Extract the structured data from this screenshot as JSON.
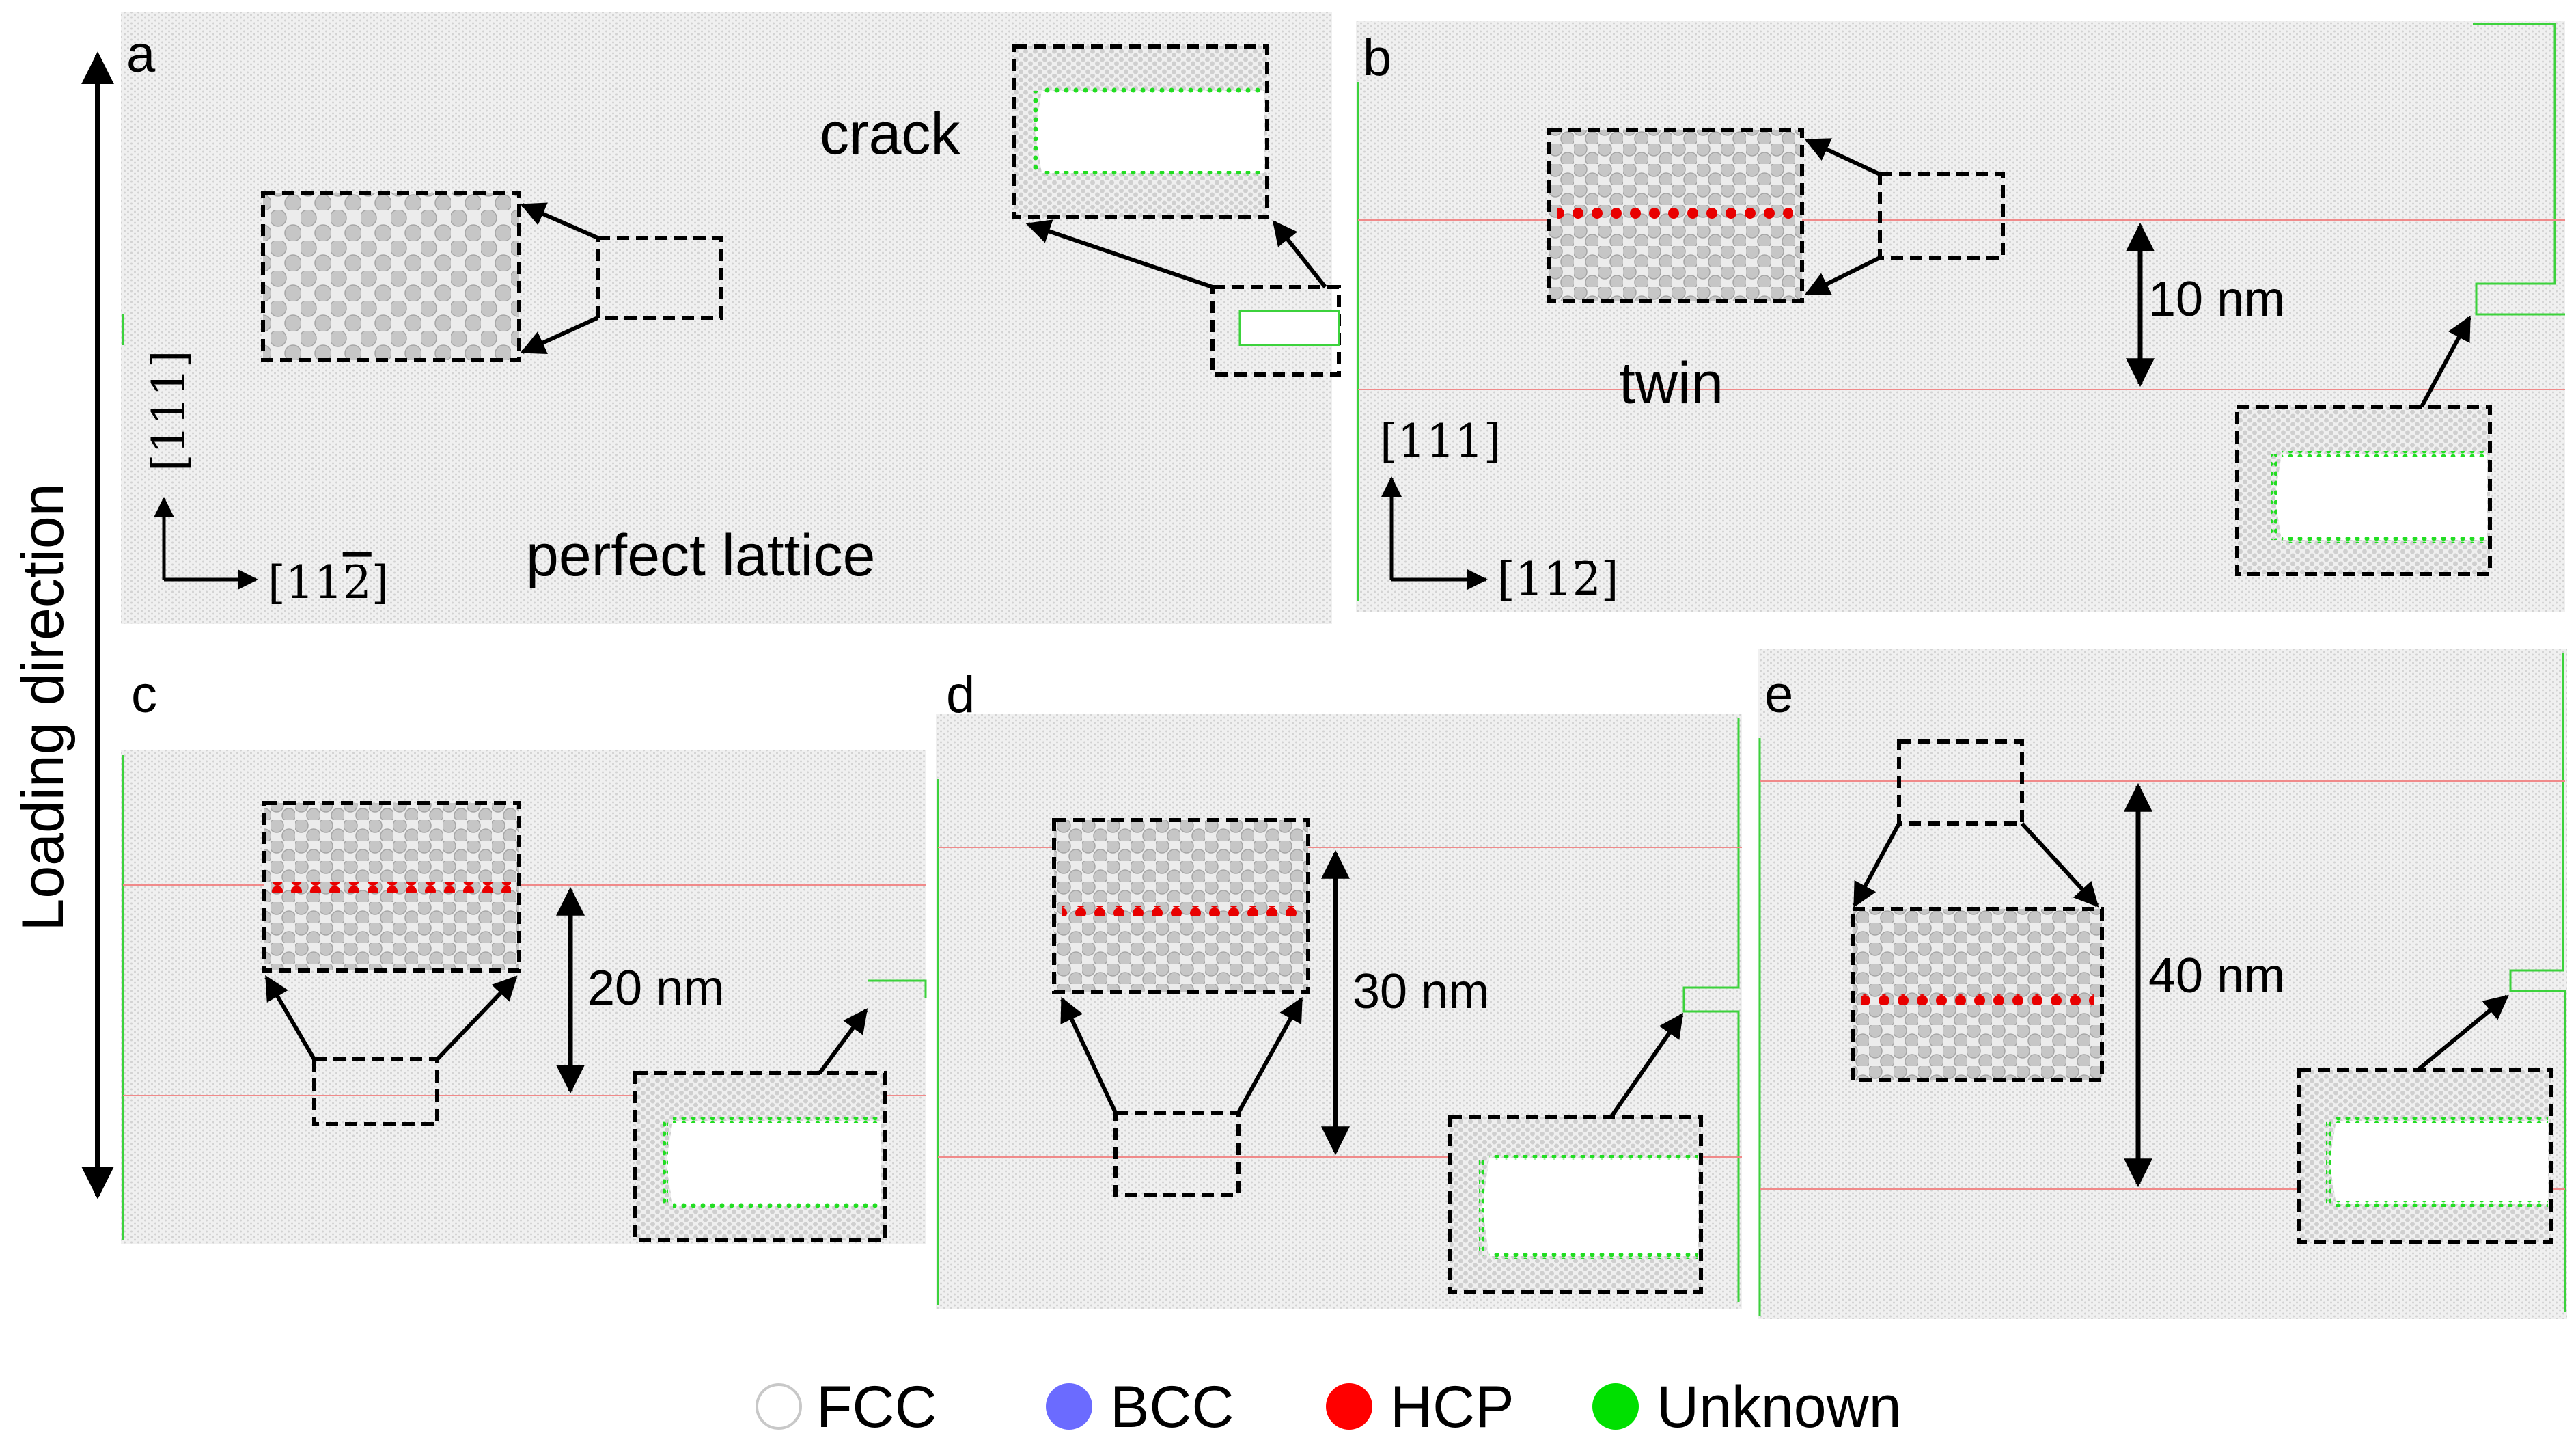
{
  "loading_direction": "Loading direction",
  "panels": {
    "a": {
      "letter": "a",
      "label_crack": "crack",
      "label_lattice": "perfect lattice",
      "axis_up": "[111]",
      "axis_right": "[11",
      "axis_right_bar": "2",
      "axis_right_close": "]"
    },
    "b": {
      "letter": "b",
      "label_twin": "twin",
      "spacing": "10 nm",
      "axis_up": "[111]",
      "axis_right": "[11",
      "axis_right_bar": "2",
      "axis_right_close": "]"
    },
    "c": {
      "letter": "c",
      "spacing": "20 nm"
    },
    "d": {
      "letter": "d",
      "spacing": "30 nm"
    },
    "e": {
      "letter": "e",
      "spacing": "40 nm"
    }
  },
  "legend": [
    {
      "label": "FCC",
      "color": "#ffffff"
    },
    {
      "label": "BCC",
      "color": "#6b6bff"
    },
    {
      "label": "HCP",
      "color": "#ff0000"
    },
    {
      "label": "Unknown",
      "color": "#00e000"
    }
  ]
}
